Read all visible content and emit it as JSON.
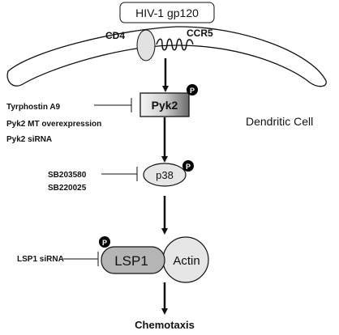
{
  "diagram": {
    "ligand": "HIV-1 gp120",
    "receptor_cd4": "CD4",
    "receptor_ccr5": "CCR5",
    "cell_label": "Dendritic Cell",
    "phospho_label": "P",
    "nodes": {
      "pyk2": "Pyk2",
      "p38": "p38",
      "lsp1": "LSP1",
      "actin": "Actin",
      "outcome": "Chemotaxis"
    },
    "inhibitors": {
      "pyk2": [
        "Tyrphostin A9",
        "Pyk2 MT overexpression",
        "Pyk2 siRNA"
      ],
      "p38": [
        "SB203580",
        "SB220025"
      ],
      "lsp1": [
        "LSP1 siRNA"
      ]
    },
    "colors": {
      "stroke": "#111111",
      "membrane_fill": "#ffffff",
      "node_fill": "#e6e6e6",
      "lsp1_fill": "#b5b5b5",
      "phospho_fill": "#000000",
      "phospho_text": "#ffffff"
    }
  }
}
